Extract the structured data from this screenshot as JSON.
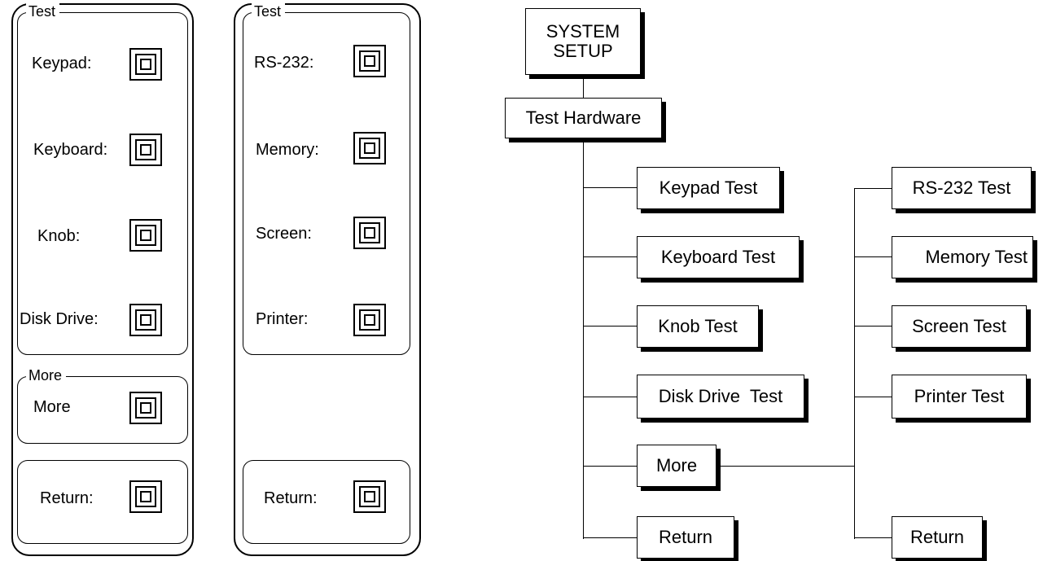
{
  "panel1": {
    "test_group": {
      "title": "Test",
      "items": [
        {
          "label": "Keypad:"
        },
        {
          "label": "Keyboard:"
        },
        {
          "label": "Knob:"
        },
        {
          "label": "Disk Drive:"
        }
      ]
    },
    "more_group": {
      "title": "More",
      "label": "More"
    },
    "return_label": "Return:"
  },
  "panel2": {
    "test_group": {
      "title": "Test",
      "items": [
        {
          "label": "RS-232:"
        },
        {
          "label": "Memory:"
        },
        {
          "label": "Screen:"
        },
        {
          "label": "Printer:"
        }
      ]
    },
    "return_label": "Return:"
  },
  "tree": {
    "root": {
      "line1": "SYSTEM",
      "line2": "SETUP"
    },
    "test_hardware": "Test Hardware",
    "left_children": [
      "Keypad Test",
      "Keyboard Test",
      "Knob Test",
      "Disk Drive  Test",
      "More",
      "Return"
    ],
    "right_children": [
      "RS-232 Test",
      "Memory Test",
      "Screen Test",
      "Printer Test",
      "Return"
    ]
  }
}
